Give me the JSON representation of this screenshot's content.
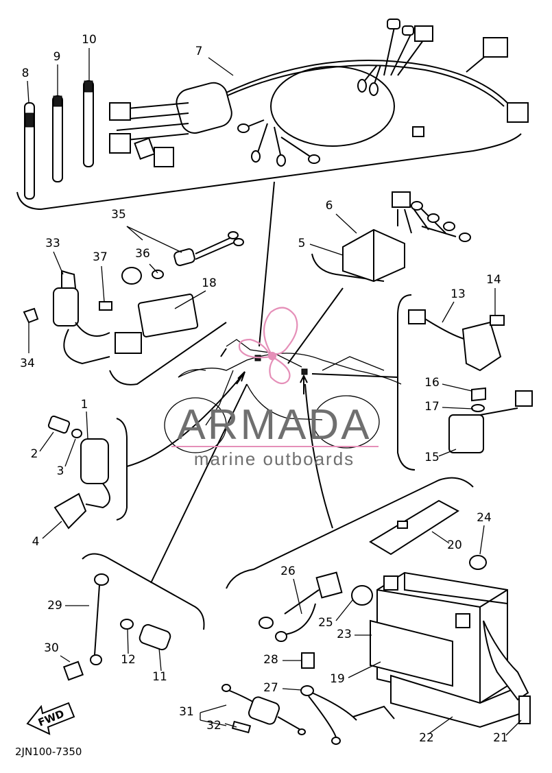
{
  "diagram": {
    "callouts": [
      {
        "id": "1",
        "text": "1"
      },
      {
        "id": "2",
        "text": "2"
      },
      {
        "id": "3",
        "text": "3"
      },
      {
        "id": "4",
        "text": "4"
      },
      {
        "id": "5",
        "text": "5"
      },
      {
        "id": "6",
        "text": "6"
      },
      {
        "id": "7",
        "text": "7"
      },
      {
        "id": "8",
        "text": "8"
      },
      {
        "id": "9",
        "text": "9"
      },
      {
        "id": "10",
        "text": "10"
      },
      {
        "id": "11",
        "text": "11"
      },
      {
        "id": "12",
        "text": "12"
      },
      {
        "id": "13",
        "text": "13"
      },
      {
        "id": "14",
        "text": "14"
      },
      {
        "id": "15",
        "text": "15"
      },
      {
        "id": "16",
        "text": "16"
      },
      {
        "id": "17",
        "text": "17"
      },
      {
        "id": "18",
        "text": "18"
      },
      {
        "id": "19",
        "text": "19"
      },
      {
        "id": "20",
        "text": "20"
      },
      {
        "id": "21",
        "text": "21"
      },
      {
        "id": "22",
        "text": "22"
      },
      {
        "id": "23",
        "text": "23"
      },
      {
        "id": "24",
        "text": "24"
      },
      {
        "id": "25",
        "text": "25"
      },
      {
        "id": "26",
        "text": "26"
      },
      {
        "id": "27",
        "text": "27"
      },
      {
        "id": "28",
        "text": "28"
      },
      {
        "id": "29",
        "text": "29"
      },
      {
        "id": "30",
        "text": "30"
      },
      {
        "id": "31",
        "text": "31"
      },
      {
        "id": "32",
        "text": "32"
      },
      {
        "id": "33",
        "text": "33"
      },
      {
        "id": "34",
        "text": "34"
      },
      {
        "id": "35",
        "text": "35"
      },
      {
        "id": "36",
        "text": "36"
      },
      {
        "id": "37",
        "text": "37"
      }
    ],
    "direction_arrow": "FWD",
    "diagram_code": "2JN100-7350"
  },
  "watermark": {
    "brand": "ARMADA",
    "tagline": "marine outboards",
    "text_color": "#6f6f6f",
    "accent_color": "#e58fb8"
  }
}
